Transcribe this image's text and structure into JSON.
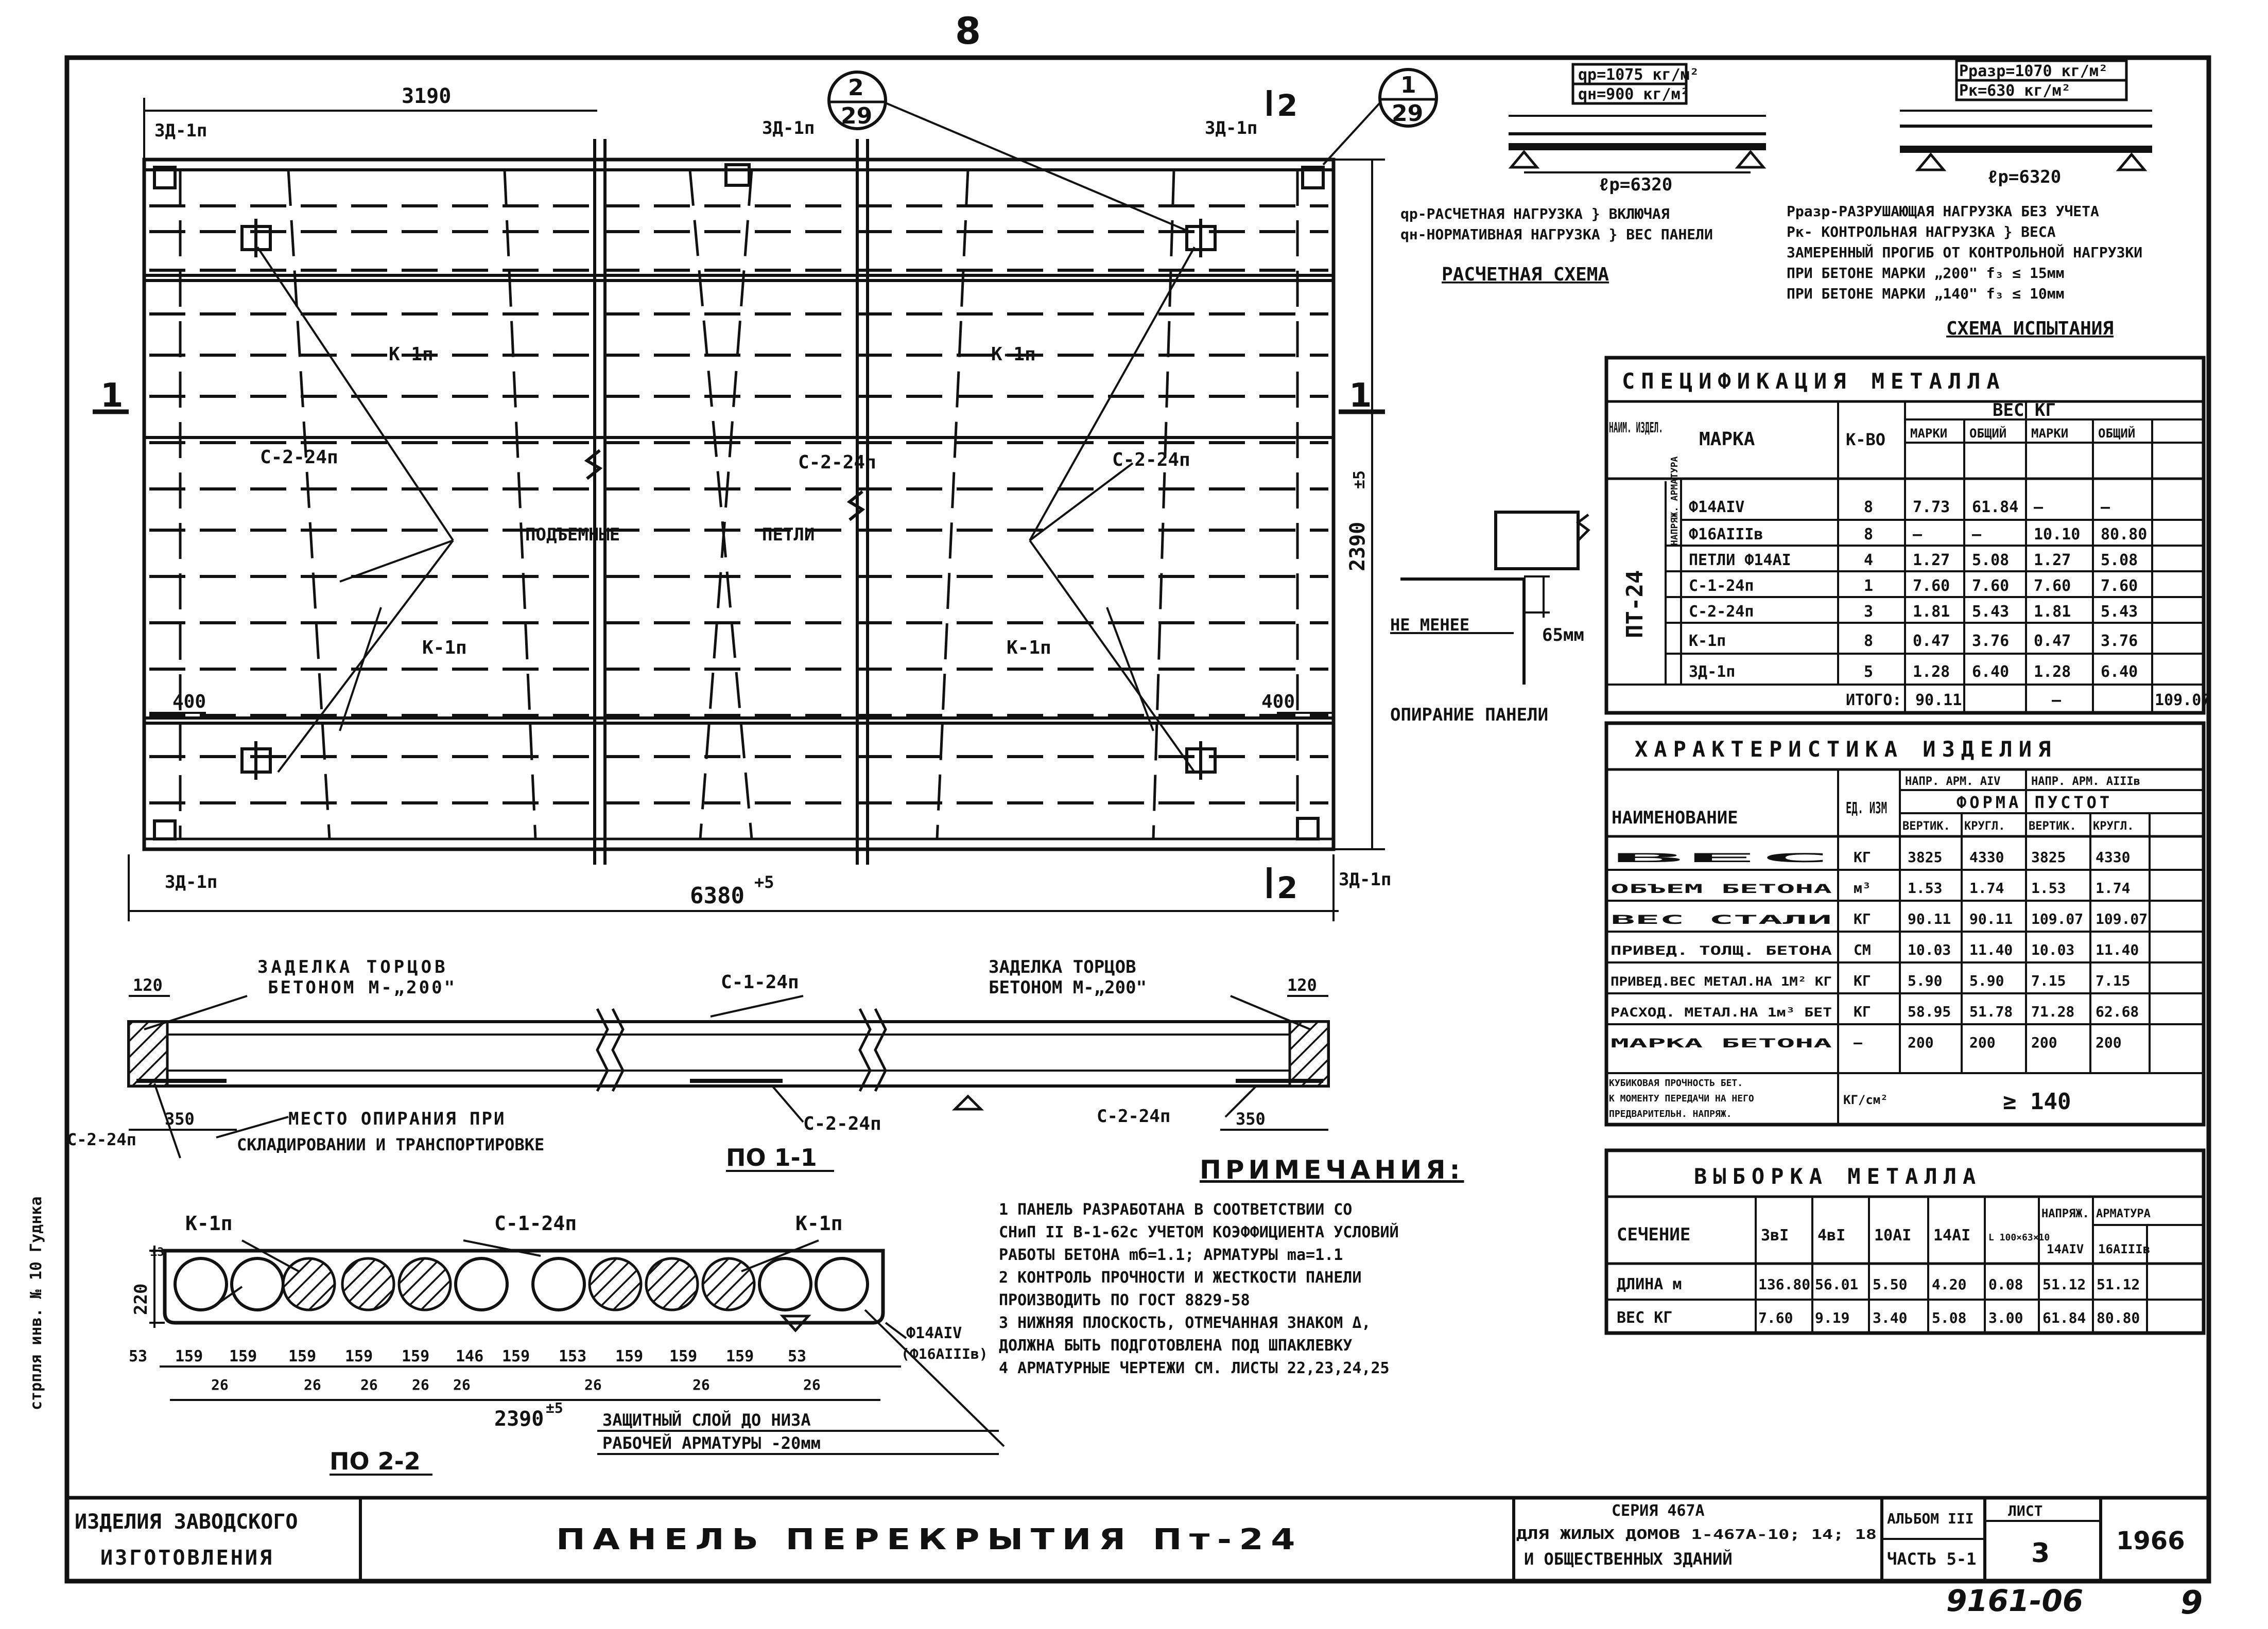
{
  "sheet": {
    "top_number": "8",
    "bottom_code": "9161-06",
    "bottom_page": "9",
    "margin_note": "стрпля  инв. №   10 Гуднка"
  },
  "plan": {
    "dim_top": "3190",
    "dim_height": "2390",
    "dim_height_tol": "±5",
    "dim_length": "6380",
    "dim_length_tol": "+5",
    "dim_400_left": "400",
    "dim_400_right": "400",
    "section_mark_left": "1",
    "section_mark_right": "1",
    "section_mark_top": "2",
    "section_mark_bottom": "2",
    "callouts": [
      {
        "top": "2",
        "bottom": "29"
      },
      {
        "top": "1",
        "bottom": "29"
      }
    ],
    "labels": {
      "zd_tl": "ЗД-1п",
      "zd_tc": "ЗД-1п",
      "zd_tr": "ЗД-1п",
      "zd_bl": "ЗД-1п",
      "zd_br": "ЗД-1п",
      "k_tl": "К-1п",
      "k_tr": "К-1п",
      "k_bl": "К-1п",
      "k_br": "К-1п",
      "c_l": "С-2-24п",
      "c_c": "С-2-24п",
      "c_r": "С-2-24п",
      "lift_a": "ПОДЪЕМНЫЕ",
      "lift_b": "ПЕТЛИ"
    }
  },
  "calc_scheme": {
    "load1": "qр=1075 кг/м²",
    "load2": "qн=900 кг/м²",
    "span1": "ℓр=6320",
    "note1": "qр-РАСЧЕТНАЯ НАГРУЗКА } ВКЛЮЧАЯ",
    "note2": "qн-НОРМАТИВНАЯ НАГРУЗКА } ВЕС ПАНЕЛИ",
    "title": "РАСЧЕТНАЯ СХЕМА"
  },
  "test_scheme": {
    "load1": "Рразр=1070 кг/м²",
    "load2": "Рк=630 кг/м²",
    "span": "ℓр=6320",
    "note1": "Рразр-РАЗРУШАЮЩАЯ НАГРУЗКА БЕЗ УЧЕТА",
    "note2": "Рк- КОНТРОЛЬНАЯ НАГРУЗКА } ВЕСА",
    "note3": "ЗАМЕРЕННЫЙ ПРОГИБ ОТ КОНТРОЛЬНОЙ НАГРУЗКИ",
    "note4": "ПРИ БЕТОНЕ МАРКИ „200\" f₃ ≤ 15мм",
    "note5": "ПРИ БЕТОНЕ МАРКИ „140\" f₃ ≤ 10мм",
    "title": "СХЕМА ИСПЫТАНИЯ"
  },
  "support": {
    "label_min": "НЕ МЕНЕЕ",
    "dim": "65мм",
    "title": "ОПИРАНИЕ ПАНЕЛИ"
  },
  "spec_table": {
    "title": "СПЕЦИФИКАЦИЯ МЕТАЛЛА",
    "h_item": "НАИМ. ИЗДЕЛ.",
    "h_mark": "МАРКА",
    "h_qty": "К-ВО",
    "h_weight": "ВЕС КГ",
    "h_m1": "МАРКИ",
    "h_t1": "ОБЩИЙ",
    "h_m2": "МАРКИ",
    "h_t2": "ОБЩИЙ",
    "item": "ПТ-24",
    "group": "НАПРЯЖ. АРМАТУРА",
    "rows": [
      [
        "Ф14АIV",
        "8",
        "7.73",
        "61.84",
        "—",
        "—"
      ],
      [
        "Ф16АIIIв",
        "8",
        "—",
        "—",
        "10.10",
        "80.80"
      ],
      [
        "ПЕТЛИ Ф14АI",
        "4",
        "1.27",
        "5.08",
        "1.27",
        "5.08"
      ],
      [
        "С-1-24п",
        "1",
        "7.60",
        "7.60",
        "7.60",
        "7.60"
      ],
      [
        "С-2-24п",
        "3",
        "1.81",
        "5.43",
        "1.81",
        "5.43"
      ],
      [
        "К-1п",
        "8",
        "0.47",
        "3.76",
        "0.47",
        "3.76"
      ],
      [
        "ЗД-1п",
        "5",
        "1.28",
        "6.40",
        "1.28",
        "6.40"
      ]
    ],
    "total_label": "ИТОГО:",
    "total1": "90.11",
    "total_dash": "—",
    "total2": "109.07"
  },
  "char_table": {
    "title": "ХАРАКТЕРИСТИКА ИЗДЕЛИЯ",
    "h_name": "НАИМЕНОВАНИЕ",
    "h_unit": "ЕД. ИЗМ",
    "h_a1": "НАПР. АРМ. АIV",
    "h_a2": "НАПР. АРМ. АIIIв",
    "h_form": "ФОРМА ПУСТОТ",
    "h_v1": "ВЕРТИК.",
    "h_k1": "КРУГЛ.",
    "h_v2": "ВЕРТИК.",
    "h_k2": "КРУГЛ.",
    "rows": [
      [
        "ВЕС",
        "КГ",
        "3825",
        "4330",
        "3825",
        "4330"
      ],
      [
        "ОБЪЕМ БЕТОНА",
        "м³",
        "1.53",
        "1.74",
        "1.53",
        "1.74"
      ],
      [
        "ВЕС СТАЛИ",
        "КГ",
        "90.11",
        "90.11",
        "109.07",
        "109.07"
      ],
      [
        "ПРИВЕД. ТОЛЩ. БЕТОНА",
        "СМ",
        "10.03",
        "11.40",
        "10.03",
        "11.40"
      ],
      [
        "ПРИВЕД.ВЕС МЕТАЛ.НА 1М² КГ",
        "КГ",
        "5.90",
        "5.90",
        "7.15",
        "7.15"
      ],
      [
        "РАСХОД. МЕТАЛ.НА 1м³ БЕТ",
        "КГ",
        "58.95",
        "51.78",
        "71.28",
        "62.68"
      ],
      [
        "МАРКА БЕТОНА",
        "—",
        "200",
        "200",
        "200",
        "200"
      ]
    ],
    "last_label1": "КУБИКОВАЯ ПРОЧНОСТЬ БЕТ.",
    "last_label2": "К МОМЕНТУ ПЕРЕДАЧИ НА НЕГО",
    "last_label3": "ПРЕДВАРИТЕЛЬН. НАПРЯЖ.",
    "last_unit": "КГ/см²",
    "last_value": "≥ 140"
  },
  "metal_table": {
    "title": "ВЫБОРКА МЕТАЛЛА",
    "h_sec": "СЕЧЕНИЕ",
    "cols": [
      "3вI",
      "4вI",
      "10АI",
      "14АI",
      "L 100×63×10"
    ],
    "h_group": "НАПРЯЖ. АРМАТУРА",
    "cols2": [
      "14АIV",
      "16АIIIв"
    ],
    "r1_label": "ДЛИНА м",
    "r1": [
      "136.80",
      "56.01",
      "5.50",
      "4.20",
      "0.08",
      "51.12",
      "51.12"
    ],
    "r2_label": "ВЕС КГ",
    "r2": [
      "7.60",
      "9.19",
      "3.40",
      "5.08",
      "3.00",
      "61.84",
      "80.80"
    ]
  },
  "section11": {
    "title": "ПО 1-1",
    "dim_120_l": "120",
    "dim_120_r": "120",
    "dim_350_l": "350",
    "dim_350_r": "350",
    "zadelka_l1": "ЗАДЕЛКА ТОРЦОВ",
    "zadelka_l2": "БЕТОНОМ М-„200\"",
    "zadelka_r1": "ЗАДЕЛКА ТОРЦОВ",
    "zadelka_r2": "БЕТОНОМ М-„200\"",
    "c1": "С-1-24п",
    "c2_left": "С-2-24п",
    "c2_mid": "С-2-24п",
    "c2_right": "С-2-24п",
    "support1": "МЕСТО ОПИРАНИЯ ПРИ",
    "support2": "СКЛАДИРОВАНИИ И ТРАНСПОРТИРОВКЕ"
  },
  "section22": {
    "title": "ПО 2-2",
    "k_left": "К-1п",
    "k_right": "К-1п",
    "c1": "С-1-24п",
    "height": "220",
    "height_tol": "±3",
    "dims_top": [
      "53",
      "159",
      "159",
      "159",
      "159",
      "159",
      "146",
      "159",
      "153",
      "159",
      "159",
      "159",
      "53"
    ],
    "dims_bot": [
      "26",
      "26",
      "26",
      "26",
      "26",
      "26",
      "26",
      "26"
    ],
    "total": "2390",
    "total_tol": "±5",
    "rebar1": "Ф14АIV",
    "rebar2": "(Ф16АIIIв)",
    "cover1": "ЗАЩИТНЫЙ СЛОЙ ДО НИЗА",
    "cover2": "РАБОЧЕЙ АРМАТУРЫ -20мм"
  },
  "notes": {
    "title": "ПРИМЕЧАНИЯ:",
    "lines": [
      "1  ПАНЕЛЬ РАЗРАБОТАНА В СООТВЕТСТВИИ СО",
      "   СНиП II В-1-62с УЧЕТОМ КОЭФФИЦИЕНТА УСЛОВИЙ",
      "   РАБОТЫ БЕТОНА mб=1.1; АРМАТУРЫ mа=1.1",
      "2  КОНТРОЛЬ ПРОЧНОСТИ И ЖЕСТКОСТИ ПАНЕЛИ",
      "   ПРОИЗВОДИТЬ ПО ГОСТ 8829-58",
      "3  НИЖНЯЯ ПЛОСКОСТЬ, ОТМЕЧАННАЯ ЗНАКОМ Δ,",
      "   ДОЛЖНА БЫТЬ ПОДГОТОВЛЕНА ПОД ШПАКЛЕВКУ",
      "4  АРМАТУРНЫЕ ЧЕРТЕЖИ СМ. ЛИСТЫ 22,23,24,25"
    ]
  },
  "title_block": {
    "left1": "ИЗДЕЛИЯ ЗАВОДСКОГО",
    "left2": "ИЗГОТОВЛЕНИЯ",
    "title": "ПАНЕЛЬ   ПЕРЕКРЫТИЯ  Пт-24",
    "series1": "СЕРИЯ 467А",
    "series2": "ДЛЯ ЖИЛЫХ ДОМОВ 1-467А-10; 14; 18",
    "series3": "И ОБЩЕСТВЕННЫХ ЗДАНИЙ",
    "album1": "АЛЬБОМ III",
    "album2": "ЧАСТЬ 5-1",
    "sheet_label": "ЛИСТ",
    "sheet_no": "3",
    "year": "1966"
  }
}
